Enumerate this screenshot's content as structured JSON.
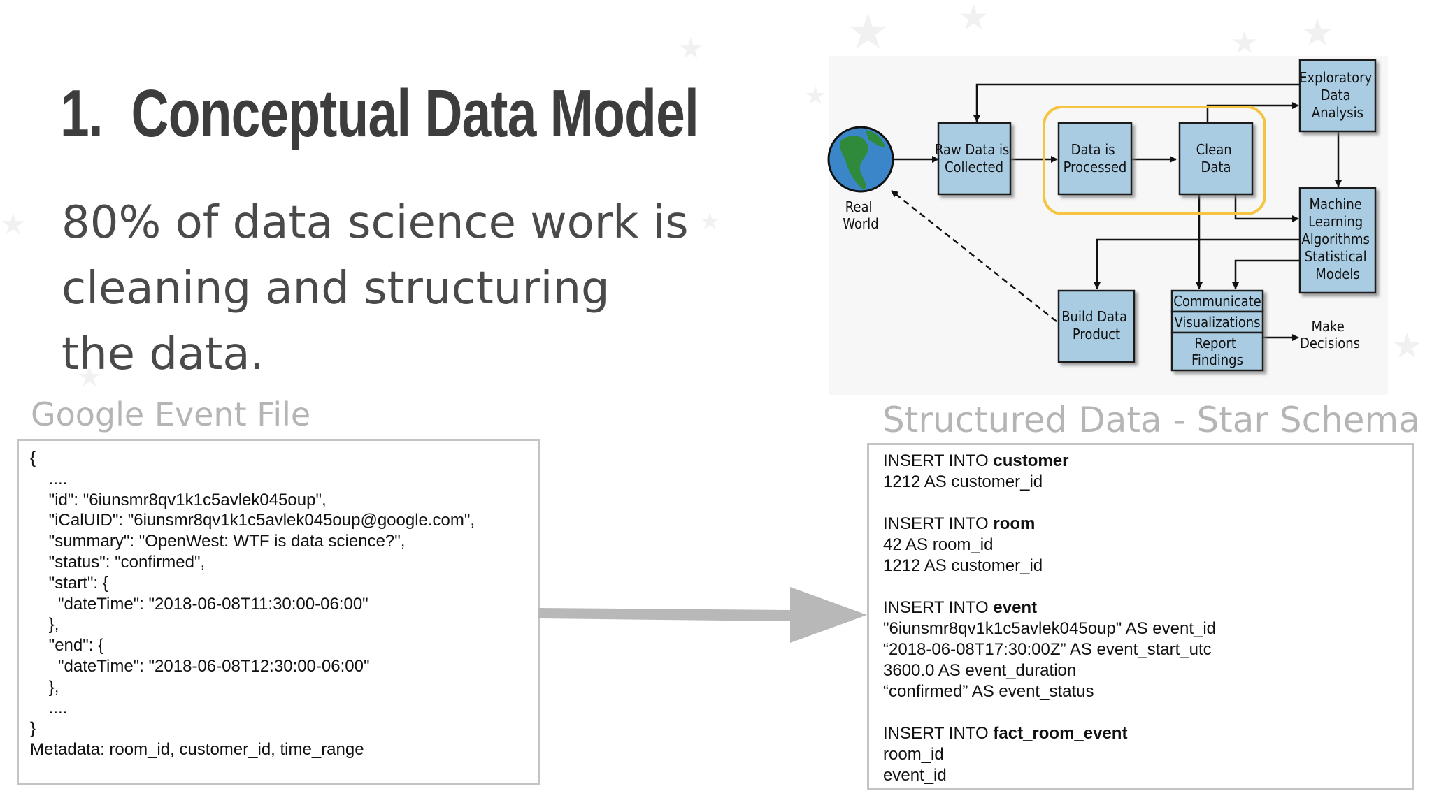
{
  "slide": {
    "number": "1.",
    "title": "Conceptual Data Model",
    "body": "80% of data science work is cleaning and structuring the data."
  },
  "left_panel": {
    "label": "Google Event File",
    "json_lines": [
      "{",
      "    ....",
      "    \"id\": \"6iunsmr8qv1k1c5avlek045oup\",",
      "    \"iCalUID\": \"6iunsmr8qv1k1c5avlek045oup@google.com\",",
      "    \"summary\": \"OpenWest: WTF is data science?\",",
      "    \"status\": \"confirmed\",",
      "    \"start\": {",
      "      \"dateTime\": \"2018-06-08T11:30:00-06:00\"",
      "    },",
      "    \"end\": {",
      "      \"dateTime\": \"2018-06-08T12:30:00-06:00\"",
      "    },",
      "    ....",
      "}",
      "Metadata: room_id, customer_id, time_range"
    ]
  },
  "right_panel": {
    "label": "Structured Data - Star Schema",
    "blocks": [
      {
        "prefix": "INSERT INTO ",
        "table": "customer",
        "lines": [
          "1212 AS customer_id"
        ]
      },
      {
        "prefix": "INSERT INTO ",
        "table": "room",
        "lines": [
          "42 AS room_id",
          "1212 AS customer_id"
        ]
      },
      {
        "prefix": "INSERT INTO ",
        "table": "event",
        "lines": [
          "\"6iunsmr8qv1k1c5avlek045oup\" AS event_id",
          "“2018-06-08T17:30:00Z” AS event_start_utc",
          "3600.0 AS event_duration",
          "“confirmed” AS event_status"
        ]
      },
      {
        "prefix": "INSERT INTO ",
        "table": "fact_room_event",
        "lines": [
          "room_id",
          "event_id"
        ]
      }
    ]
  },
  "diagram": {
    "real_world": [
      "Real",
      "World"
    ],
    "raw_data": [
      "Raw Data is",
      "Collected"
    ],
    "processed": [
      "Data is",
      "Processed"
    ],
    "clean": [
      "Clean",
      "Data"
    ],
    "exploratory": [
      "Exploratory",
      "Data",
      "Analysis"
    ],
    "models": [
      "Machine",
      "Learning",
      "Algorithms",
      "Statistical",
      "Models"
    ],
    "build": [
      "Build Data",
      "Product"
    ],
    "communicate": "Communicate",
    "visualizations": "Visualizations",
    "report": [
      "Report",
      "Findings"
    ],
    "decisions": [
      "Make",
      "Decisions"
    ]
  },
  "colors": {
    "box_fill": "#a9cce3",
    "box_stroke": "#1b1b1b",
    "highlight": "#f5c542",
    "arrow": "#b8b8b8"
  }
}
